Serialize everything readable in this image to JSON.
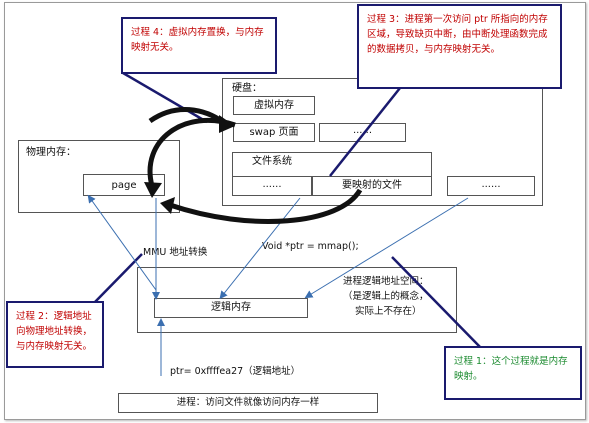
{
  "notes": {
    "step4": "过程 4：虚拟内存置换，与内存映射无关。",
    "step3": "过程 3：进程第一次访问 ptr 所指向的内存区域，导致缺页中断，由中断处理函数完成的数据拷贝，与内存映射无关。",
    "step2": "过程 2：逻辑地址向物理地址转换，与内存映射无关。",
    "step1": "过程 1：这个过程就是内存映射。"
  },
  "disk": {
    "title": "硬盘：",
    "virtual_memory": "虚拟内存",
    "swap": "swap 页面",
    "swap_ellipsis": "......",
    "filesystem": "文件系统",
    "fs_ellipsis_left": "......",
    "mapped_file": "要映射的文件",
    "fs_ellipsis_right": "......"
  },
  "physical": {
    "title": "物理内存：",
    "page": "page"
  },
  "labels": {
    "mmu": "MMU 地址转换",
    "mmap_call": "Void *ptr = mmap();",
    "ptr_value": "ptr= 0xffffea27（逻辑地址）"
  },
  "logical": {
    "address_space_line1": "进程逻辑地址空间：",
    "address_space_line2": "（是逻辑上的概念，",
    "address_space_line3": "实际上不存在）",
    "logical_memory": "逻辑内存"
  },
  "process": {
    "label": "进程：访问文件就像访问内存一样"
  },
  "colors": {
    "note_border": "#1a1a6e",
    "step_red": "#c00000",
    "step_green": "#1a8a2e",
    "arrow_blue": "#3b6fb0"
  }
}
